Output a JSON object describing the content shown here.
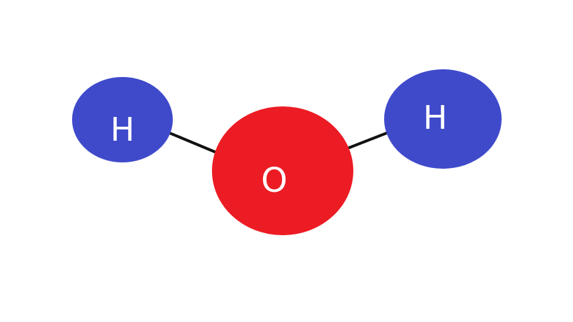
{
  "colors": {
    "hydrogen": "#3f4acb",
    "oxygen": "#ec1c24",
    "bond": "#111111",
    "label": "#ffffff",
    "background": "#ffffff"
  },
  "atoms": {
    "left_hydrogen": {
      "symbol": "H"
    },
    "oxygen": {
      "symbol": "O"
    },
    "right_hydrogen": {
      "symbol": "H"
    }
  },
  "bonds": [
    {
      "from": "left_hydrogen",
      "to": "oxygen"
    },
    {
      "from": "oxygen",
      "to": "right_hydrogen"
    }
  ]
}
